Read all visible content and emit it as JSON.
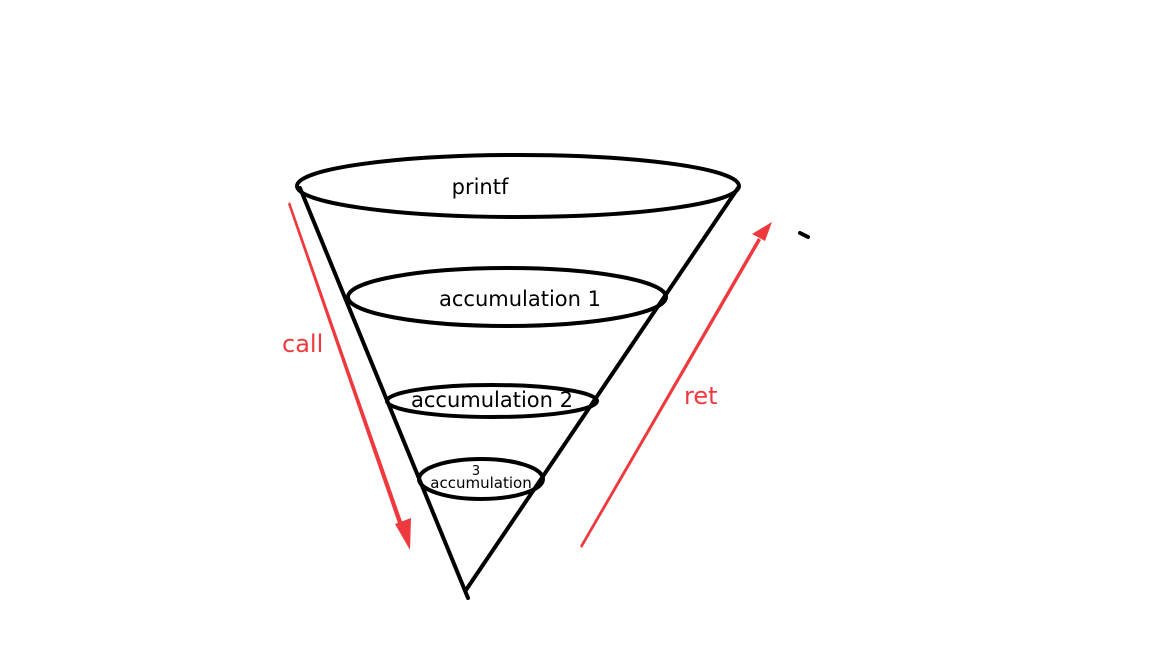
{
  "diagram": {
    "levels": [
      {
        "label": "printf"
      },
      {
        "label": "accumulation 1"
      },
      {
        "label": "accumulation 2"
      },
      {
        "label_number": "3",
        "label_text": "accumulation"
      }
    ],
    "call_label": "call",
    "ret_label": "ret"
  },
  "colors": {
    "stroke": "#000000",
    "accent": "#ee3a3e",
    "background": "#ffffff"
  }
}
